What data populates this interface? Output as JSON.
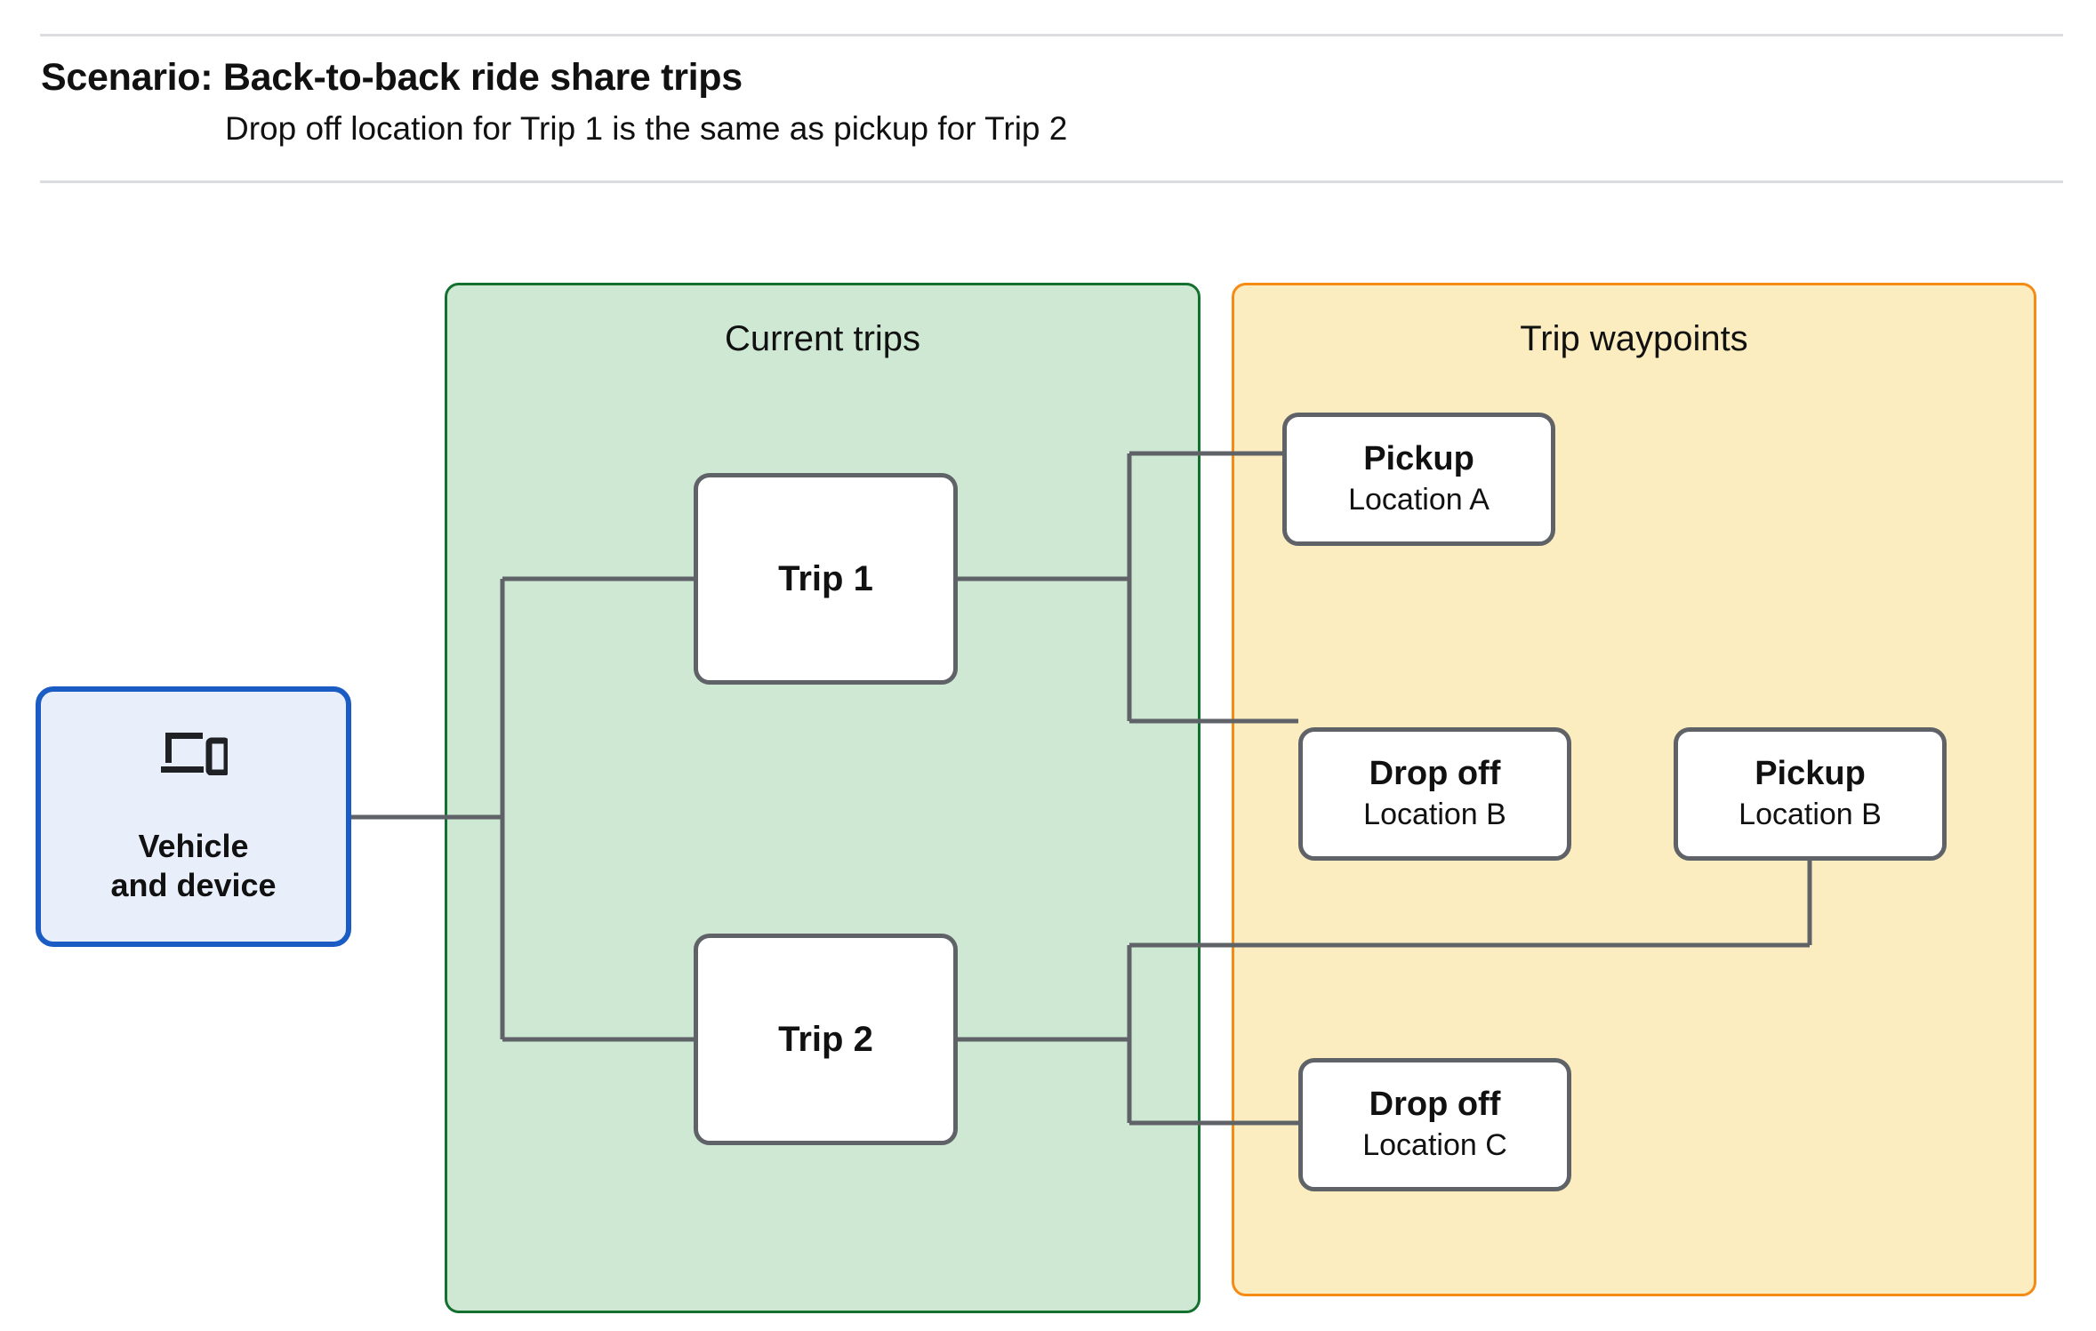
{
  "header": {
    "title": "Scenario: Back-to-back ride share trips",
    "subtitle": "Drop off  location for Trip 1 is the same as pickup for Trip 2"
  },
  "colors": {
    "current_trips_fill": "#cee8d4",
    "current_trips_border": "#14702f",
    "trip_waypoints_fill": "#fcedc0",
    "trip_waypoints_border": "#f58b14",
    "vehicle_fill": "#e9eefb",
    "vehicle_border": "#1a5bc4",
    "node_border": "#5f6368",
    "connector": "#5f6368",
    "rule": "#dadce0"
  },
  "vehicle": {
    "icon": "laptop-and-phone-icon",
    "label": "Vehicle\nand device"
  },
  "groups": {
    "current_trips": {
      "title": "Current trips",
      "trips": [
        {
          "label": "Trip 1"
        },
        {
          "label": "Trip 2"
        }
      ]
    },
    "trip_waypoints": {
      "title": "Trip waypoints",
      "waypoints": [
        {
          "type": "Pickup",
          "location": "Location A"
        },
        {
          "type": "Drop off",
          "location": "Location B"
        },
        {
          "type": "Pickup",
          "location": "Location B"
        },
        {
          "type": "Drop off",
          "location": "Location C"
        }
      ]
    }
  }
}
